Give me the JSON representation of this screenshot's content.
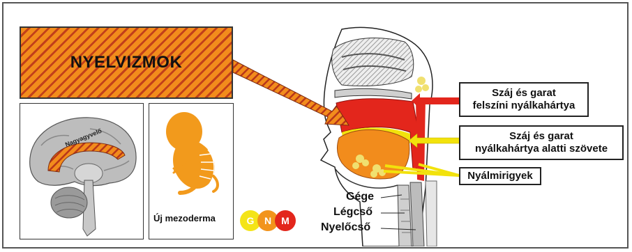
{
  "title": "NYELVIZMOK",
  "brain_label": "Nagyagyvelő",
  "embryo_caption": "Új mezoderma",
  "logo_letters": [
    "G",
    "N",
    "M"
  ],
  "labels": {
    "mucosa": [
      "Száj és garat",
      "felszíni nyálkahártya"
    ],
    "submucosa": [
      "Száj és garat",
      "nyálkahártya alatti szövete"
    ],
    "glands": "Nyálmirigyek"
  },
  "anatomy": {
    "larynx": "Gége",
    "trachea": "Légcső",
    "esophagus": "Nyelőcső"
  },
  "colors": {
    "accent_orange": "#f28c1c",
    "stripe_red": "#c2401a",
    "mucosa_red": "#e3261c",
    "submucosa_yellow": "#f2e20c",
    "gland_yellow": "#f0e070",
    "logo_yellow": "#f4e418",
    "logo_orange": "#f2941c",
    "logo_red": "#e3261c"
  },
  "icons": [
    "brain-diagram",
    "embryo-diagram",
    "head-sagittal-diagram",
    "gnm-logo"
  ]
}
